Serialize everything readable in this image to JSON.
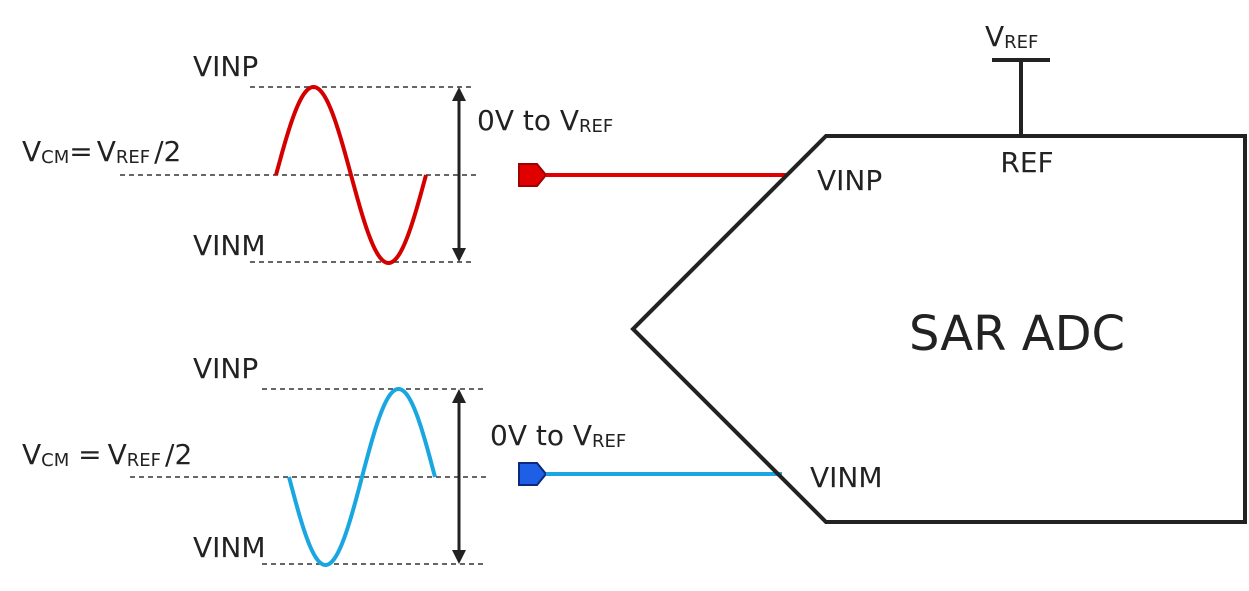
{
  "colors": {
    "ink": "#222222",
    "positive": "#d40000",
    "negative": "#1aa6e0",
    "marker_positive": "#e00000",
    "marker_negative": "#1f5fe6"
  },
  "adc": {
    "title": "SAR ADC",
    "ref_pin": "REF",
    "vref_top_main": "V",
    "vref_top_sub": "REF",
    "pin_positive": "VINP",
    "pin_negative": "VINM"
  },
  "top_waveform": {
    "label_high": "VINP",
    "label_low": "VINM",
    "vcm_main_v": "V",
    "vcm_sub": "CM",
    "vcm_eq": "=",
    "vcm_vref_v": "V",
    "vcm_vref_sub": "REF",
    "vcm_div": "/2",
    "range_main": "0V to V",
    "range_sub": "REF"
  },
  "bottom_waveform": {
    "label_high": "VINP",
    "label_low": "VINM",
    "vcm_main_v": "V",
    "vcm_sub": "CM",
    "vcm_eq": " =",
    "vcm_vref_v": "V",
    "vcm_vref_sub": "REF",
    "vcm_div": "/2",
    "range_main": "0V to V",
    "range_sub": "REF"
  }
}
